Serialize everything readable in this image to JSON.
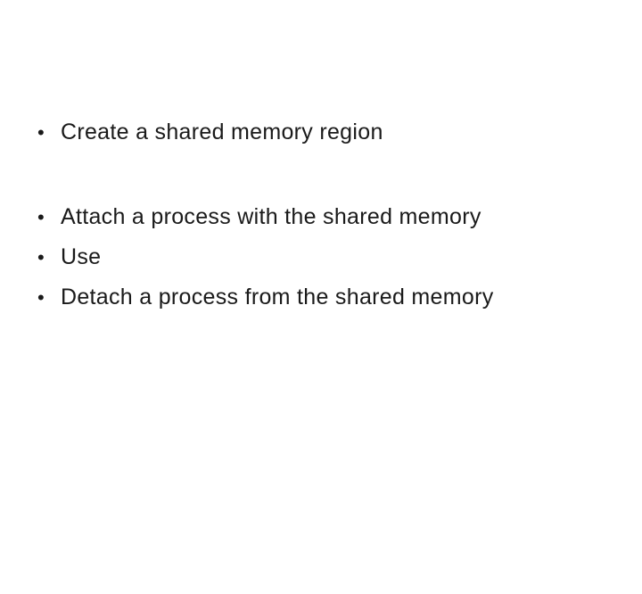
{
  "slide": {
    "background_color": "#ffffff",
    "text_color": "#1a1a1a",
    "bullet_glyph": "•",
    "bullets": [
      {
        "text": "Create a shared memory region"
      },
      {
        "text": "Attach a process with the shared memory"
      },
      {
        "text": "Use"
      },
      {
        "text": "Detach a process from the shared memory"
      }
    ]
  }
}
